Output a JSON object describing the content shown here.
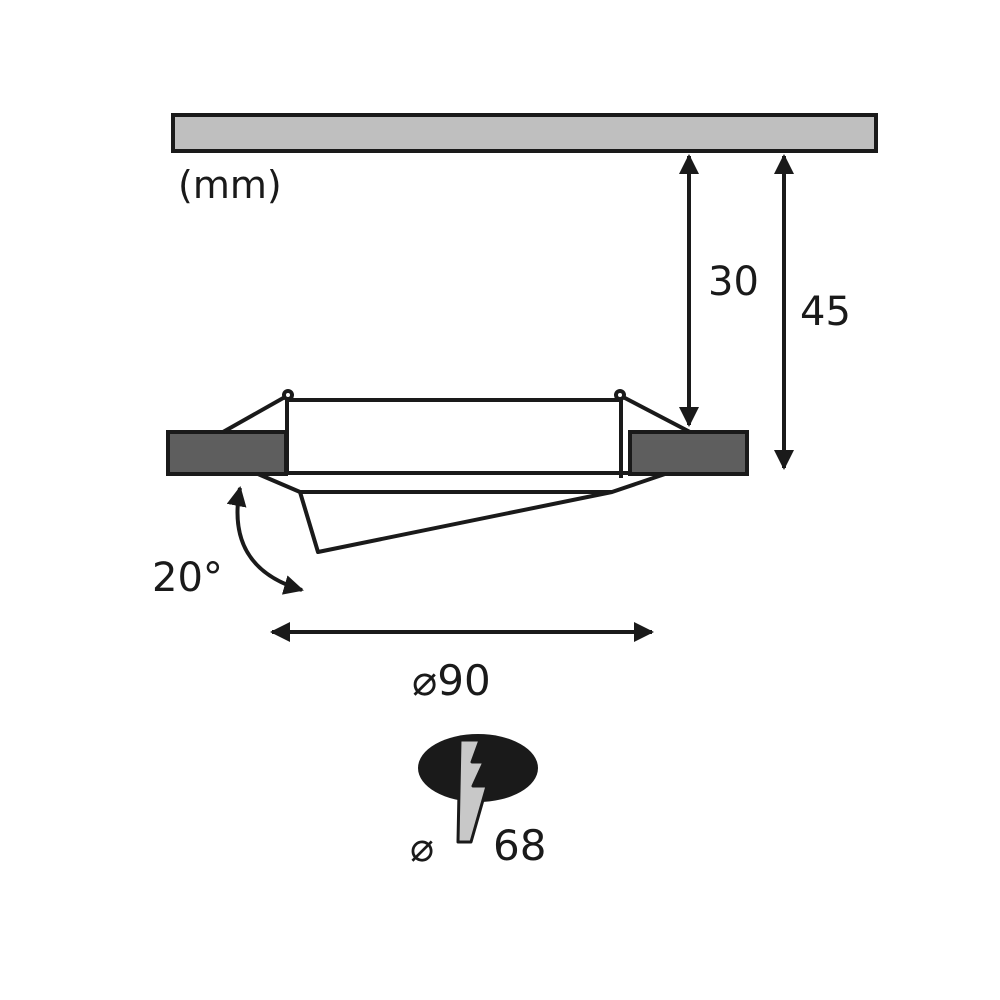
{
  "diagram": {
    "unit_label": "(mm)",
    "dimensions": {
      "ceiling_to_flange_depth": "30",
      "total_depth": "45",
      "tilt_angle": "20°",
      "outer_diameter": "⌀90",
      "cutout_symbol": "⌀",
      "cutout_diameter": "68"
    },
    "colors": {
      "ceiling_fill": "#bfbfbf",
      "flange_fill": "#5e5e5e",
      "line": "#1a1a1a",
      "cutout_fill": "#1a1a1a",
      "saw_icon_fill": "#c8c8c8",
      "background": "#ffffff"
    },
    "icons": [
      "ceiling-panel",
      "recessed-light-fixture",
      "dimension-arrows",
      "tilt-arc-arrow",
      "cutout-hole-saw-icon"
    ]
  }
}
